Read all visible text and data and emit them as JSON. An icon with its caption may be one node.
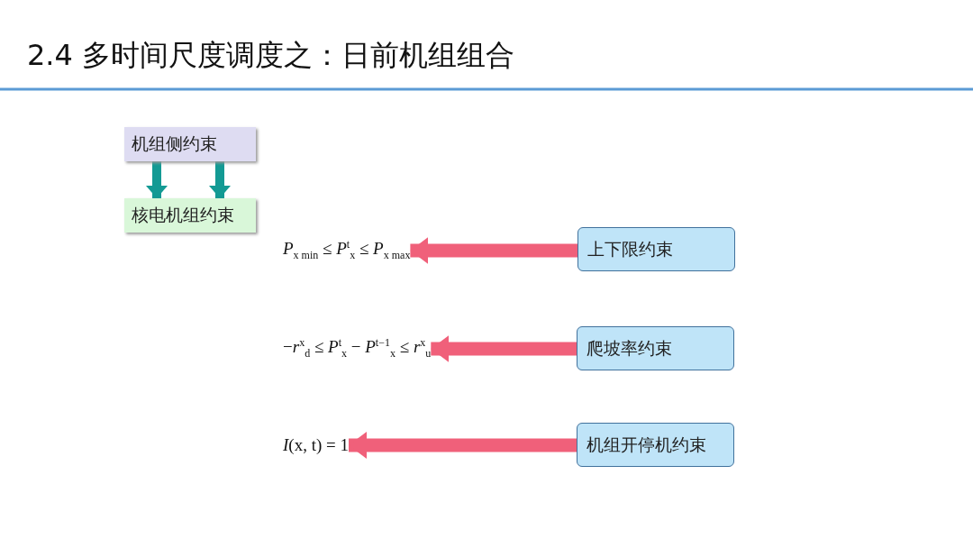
{
  "diagram": {
    "title": "2.4 多时间尺度调度之：日前机组组合",
    "nodes": [
      {
        "text": [
          "机组侧约束"
        ]
      },
      {
        "text": [
          "核电机组约束"
        ]
      },
      {
        "text": [
          "*P*$_{x min}$ ≤ *P*$^{t}$$_{x}$ ≤ *P*$_{x max}$"
        ]
      },
      {
        "text": [
          "上下限约束"
        ]
      },
      {
        "text": [
          "−*r*$^{x}$$_{d}$ ≤ *P*$^{t}$$_{x}$ − *P*$^{t−1}$$_{x}$ ≤ *r*$^{x}$$_{u}$"
        ]
      },
      {
        "text": [
          "爬坡率约束"
        ]
      },
      {
        "text": [
          "*I*(x, t) = 1"
        ]
      },
      {
        "text": [
          "机组开停机约束"
        ]
      }
    ],
    "edges": [
      {
        "from": 0,
        "to": 1,
        "arrow": "to",
        "color": "#139a94"
      },
      {
        "from": 0,
        "to": 1,
        "arrow": "to",
        "color": "#139a94"
      },
      {
        "from": 3,
        "to": 2,
        "arrow": "to"
      },
      {
        "from": 5,
        "to": 4,
        "arrow": "to"
      },
      {
        "from": 7,
        "to": 6,
        "arrow": "to"
      }
    ]
  }
}
